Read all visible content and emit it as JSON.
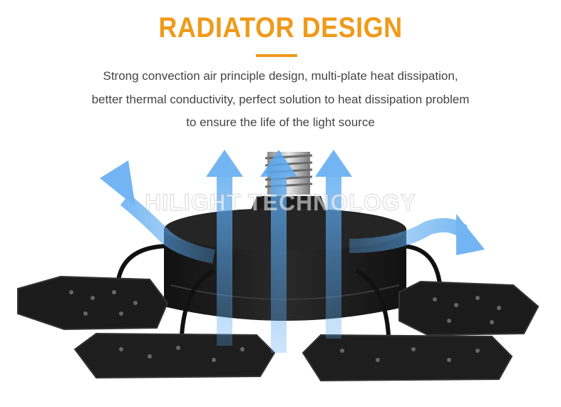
{
  "title": "RADIATOR DESIGN",
  "description": {
    "line1": "Strong convection air principle design, multi-plate heat dissipation,",
    "line2": "better thermal conductivity, perfect solution to heat dissipation problem",
    "line3": "to ensure the life of the light source"
  },
  "watermark": "HILIGHT TECHNOLOGY",
  "colors": {
    "accent": "#ef9a1a",
    "text": "#444444",
    "product": "#1a1a1a",
    "arrow": "#5aa9f0"
  }
}
